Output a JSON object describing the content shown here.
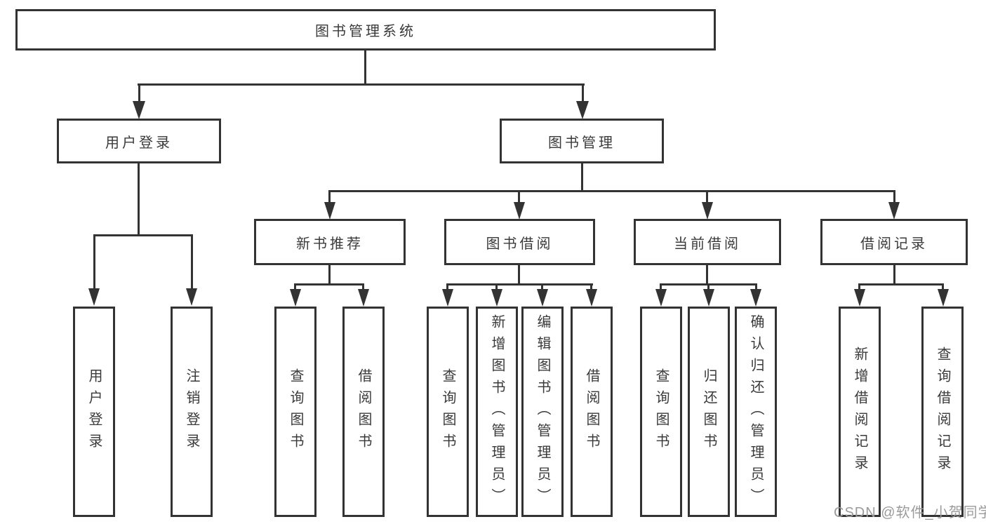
{
  "diagram": {
    "root_label": "图书管理系统",
    "level2": [
      {
        "label": "用户登录"
      },
      {
        "label": "图书管理"
      }
    ],
    "level3": [
      {
        "label": "新书推荐"
      },
      {
        "label": "图书借阅"
      },
      {
        "label": "当前借阅"
      },
      {
        "label": "借阅记录"
      }
    ],
    "leaves": {
      "user_login": [
        "用户登录",
        "注销登录"
      ],
      "new_book_recommend": [
        "查询图书",
        "借阅图书"
      ],
      "book_borrow": [
        "查询图书",
        "新增图书（管理员）",
        "编辑图书（管理员）",
        "借阅图书"
      ],
      "current_borrow": [
        "查询图书",
        "归还图书",
        "确认归还（管理员）"
      ],
      "borrow_record": [
        "新增借阅记录",
        "查询借阅记录"
      ]
    },
    "watermark": "CSDN @软件_小贺同学",
    "colors": {
      "line": "#333333",
      "text": "#3a3a3a",
      "watermark": "#9b9b9b",
      "background": "#ffffff"
    }
  }
}
